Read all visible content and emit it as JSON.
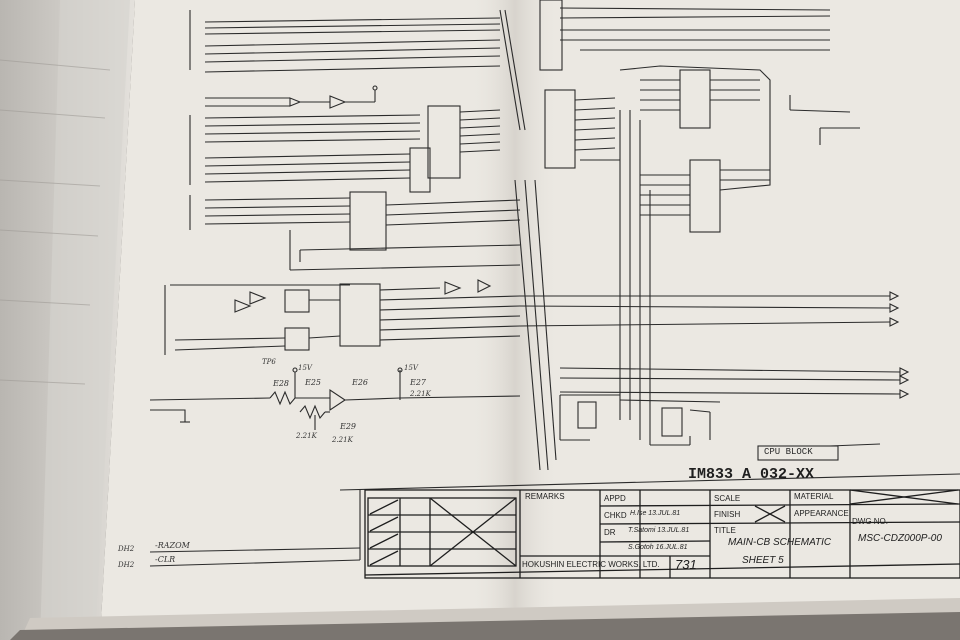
{
  "part_number": "IM833 A 032-XX",
  "block_label": "CPU BLOCK",
  "title_block": {
    "remarks": "REMARKS",
    "appd": "APPD",
    "chkd": "CHKD",
    "dr": "DR",
    "company": "HOKUSHIN ELECTRIC WORKS, LTD.",
    "code": "731",
    "scale": "SCALE",
    "finish": "FINISH",
    "material": "MATERIAL",
    "appearance": "APPEARANCE",
    "title_label": "TITLE",
    "title_value": "MAIN-CB SCHEMATIC",
    "sheet": "SHEET 5",
    "dwg_label": "DWG NO.",
    "dwg_value": "MSC-CDZ000P-00",
    "chkd_sign": "H.Ise 13.JUL.81",
    "dr_sign": "T.Satomi 13.JUL.81",
    "extra_sign": "S.Gotoh 16.JUL.81"
  },
  "left_signals": {
    "bottom1": "-RAZOM",
    "bottom2": "-CLR",
    "dh2a": "DH2",
    "dh2b": "DH2"
  },
  "components": {
    "e28": "E28",
    "e27": "E27",
    "e26": "E26",
    "e25": "E25",
    "e29": "E29",
    "tp6": "TP6",
    "v15a": "15V",
    "v15b": "15V",
    "res1": "2.21K",
    "res2": "2.21K",
    "res3": "2.21K"
  },
  "colors": {
    "paper": "#ebe8e2",
    "ink": "#2b2b2b",
    "shadow": "#6b6661"
  }
}
